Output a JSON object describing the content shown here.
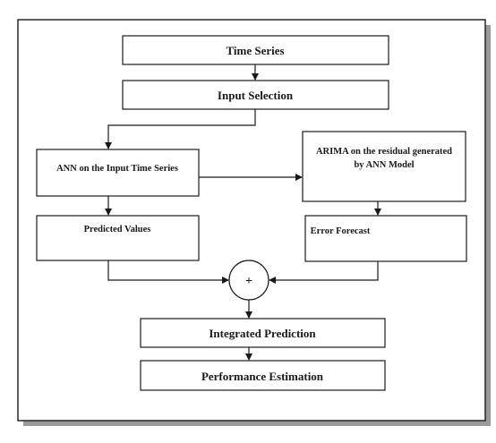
{
  "nodes": {
    "time_series": "Time Series",
    "input_selection": "Input Selection",
    "ann": "ANN on the Input Time Series",
    "arima_line1": "ARIMA on the residual generated",
    "arima_line2": "by ANN Model",
    "predicted_values": "Predicted Values",
    "error_forecast": "Error Forecast",
    "sum": "+",
    "integrated_prediction": "Integrated Prediction",
    "performance_estimation": "Performance Estimation"
  },
  "colors": {
    "stroke": "#1a1a1a",
    "shadow": "#9a9a9a",
    "background": "#ffffff"
  }
}
